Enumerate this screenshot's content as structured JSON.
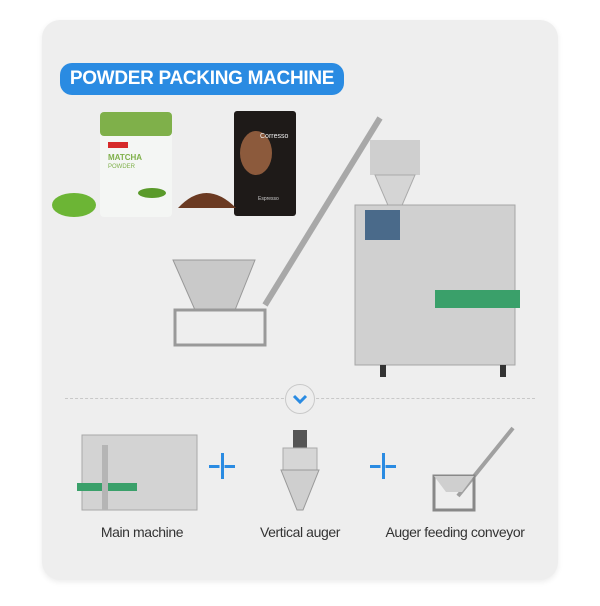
{
  "title": "POWDER PACKING MACHINE",
  "products": {
    "matcha": {
      "brand": "MATCHA",
      "sub": "POWDER"
    },
    "coffee": {
      "brand": "Corresso",
      "sub": "Espresso"
    }
  },
  "components": [
    {
      "label": "Main machine"
    },
    {
      "label": "Vertical auger"
    },
    {
      "label": "Auger feeding conveyor"
    }
  ],
  "colors": {
    "accent": "#2a8be2",
    "card": "#eeeeee"
  }
}
